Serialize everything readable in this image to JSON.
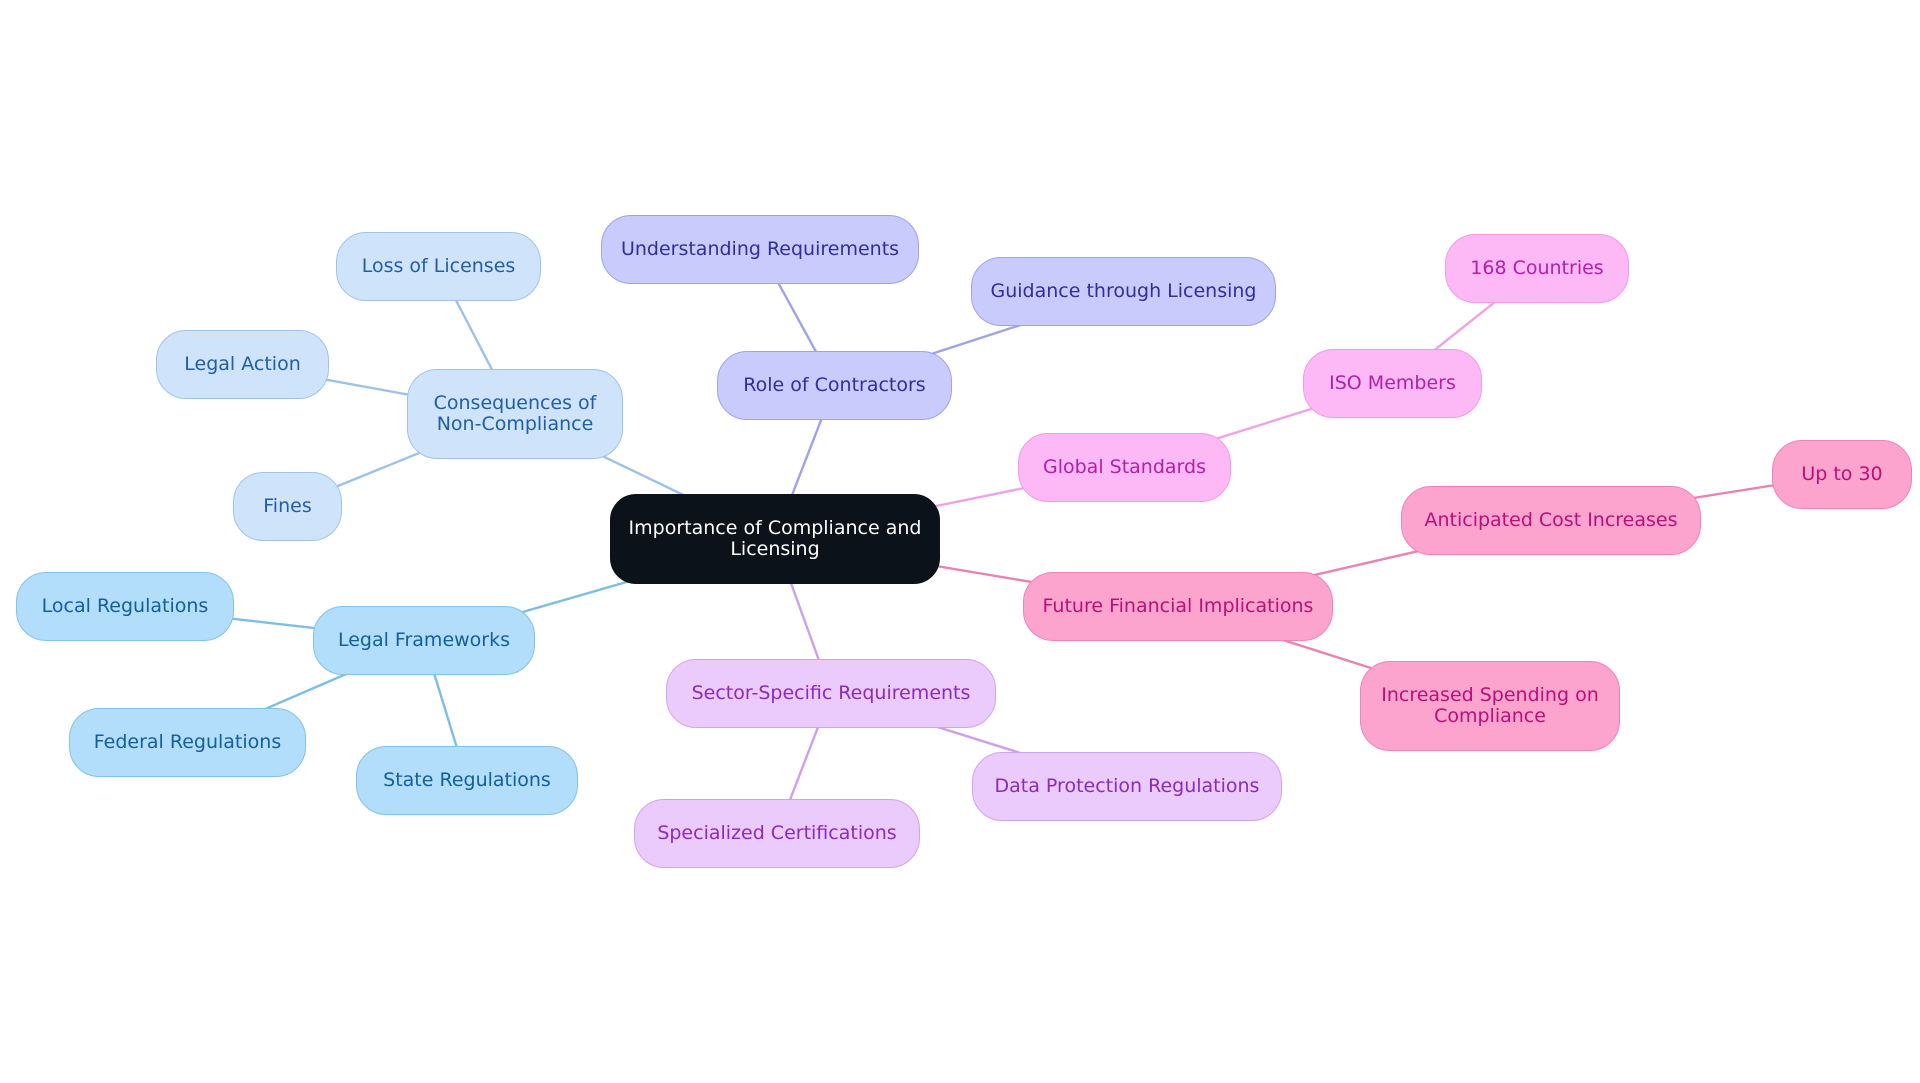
{
  "diagram": {
    "root": {
      "id": "root",
      "label": "Importance of Compliance and Licensing"
    },
    "branches": [
      {
        "id": "consequences",
        "label": "Consequences of Non-Compliance",
        "palette": "lightblue",
        "children": [
          {
            "id": "loss-licenses",
            "label": "Loss of Licenses"
          },
          {
            "id": "legal-action",
            "label": "Legal Action"
          },
          {
            "id": "fines",
            "label": "Fines"
          }
        ]
      },
      {
        "id": "contractors",
        "label": "Role of Contractors",
        "palette": "periwinkle",
        "children": [
          {
            "id": "understanding",
            "label": "Understanding Requirements"
          },
          {
            "id": "guidance",
            "label": "Guidance through Licensing"
          }
        ]
      },
      {
        "id": "global",
        "label": "Global Standards",
        "palette": "pink",
        "children": [
          {
            "id": "iso",
            "label": "ISO Members",
            "children": [
              {
                "id": "countries",
                "label": "168 Countries"
              }
            ]
          }
        ]
      },
      {
        "id": "financial",
        "label": "Future Financial Implications",
        "palette": "rose",
        "children": [
          {
            "id": "cost-increases",
            "label": "Anticipated Cost Increases",
            "children": [
              {
                "id": "upto30",
                "label": "Up to 30"
              }
            ]
          },
          {
            "id": "spending",
            "label": "Increased Spending on Compliance"
          }
        ]
      },
      {
        "id": "sector",
        "label": "Sector-Specific Requirements",
        "palette": "lavender",
        "children": [
          {
            "id": "certifications",
            "label": "Specialized Certifications"
          },
          {
            "id": "data-protection",
            "label": "Data Protection Regulations"
          }
        ]
      },
      {
        "id": "legal",
        "label": "Legal Frameworks",
        "palette": "skyblue",
        "children": [
          {
            "id": "local",
            "label": "Local Regulations"
          },
          {
            "id": "federal",
            "label": "Federal Regulations"
          },
          {
            "id": "state",
            "label": "State Regulations"
          }
        ]
      }
    ]
  },
  "colors": {
    "root": {
      "fill": "#0c1219",
      "border": "#0c1219",
      "text": "#ffffff"
    },
    "lightblue": {
      "fill": "#cfe3fa",
      "border": "#9fc4ec",
      "text": "#1f5fa6",
      "edge": "#9cc2e6"
    },
    "periwinkle": {
      "fill": "#c8cbfb",
      "border": "#9ea3ee",
      "text": "#2f2f9c",
      "edge": "#9ea3e6"
    },
    "pink": {
      "fill": "#fdb9f6",
      "border": "#f39ae9",
      "text": "#b21fa8",
      "edge": "#eda3e6"
    },
    "rose": {
      "fill": "#fca4cd",
      "border": "#f083b6",
      "text": "#b8107a",
      "edge": "#e485b2"
    },
    "lavender": {
      "fill": "#ebcafc",
      "border": "#d3a3f3",
      "text": "#8a2bbd",
      "edge": "#cf9fec"
    },
    "skyblue": {
      "fill": "#b2ddfb",
      "border": "#82c2ee",
      "text": "#12609a",
      "edge": "#7dbde6"
    }
  }
}
